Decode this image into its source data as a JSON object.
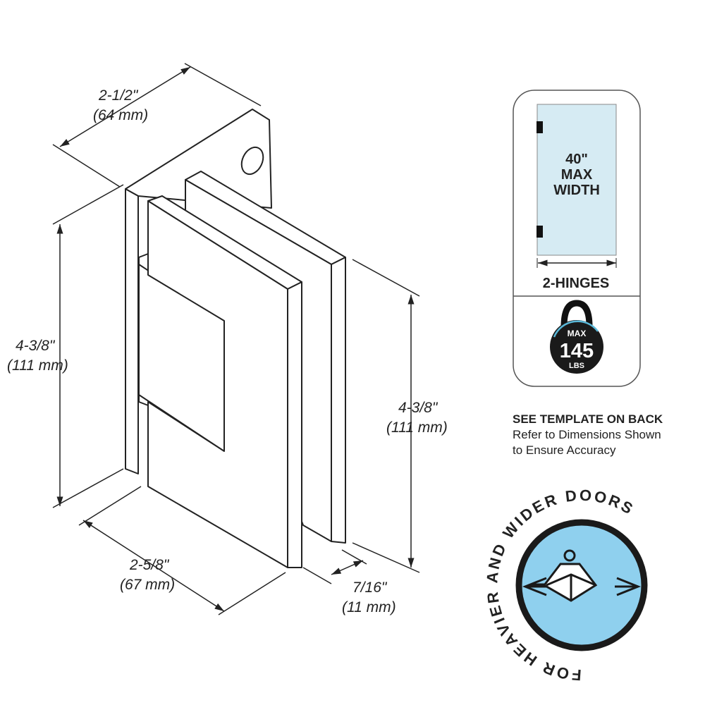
{
  "dimensions": {
    "top_width": {
      "imperial": "2-1/2\"",
      "metric": "(64 mm)"
    },
    "left_height": {
      "imperial": "4-3/8\"",
      "metric": "(111 mm)"
    },
    "right_height": {
      "imperial": "4-3/8\"",
      "metric": "(111 mm)"
    },
    "bottom_width": {
      "imperial": "2-5/8\"",
      "metric": "(67 mm)"
    },
    "thickness": {
      "imperial": "7/16\"",
      "metric": "(11 mm)"
    }
  },
  "spec_card": {
    "width_line1": "40\"",
    "width_line2": "MAX",
    "width_line3": "WIDTH",
    "hinges": "2-HINGES",
    "weight_top": "MAX",
    "weight_value": "145",
    "weight_unit": "LBS"
  },
  "note": {
    "heading": "SEE TEMPLATE ON BACK",
    "line1": "Refer to Dimensions Shown",
    "line2": "to Ensure Accuracy"
  },
  "badge": {
    "text": "FOR HEAVIER AND WIDER DOORS"
  },
  "colors": {
    "glass": "#d6ebf3",
    "badge_blue": "#8fd0ee",
    "ink": "#222222"
  }
}
